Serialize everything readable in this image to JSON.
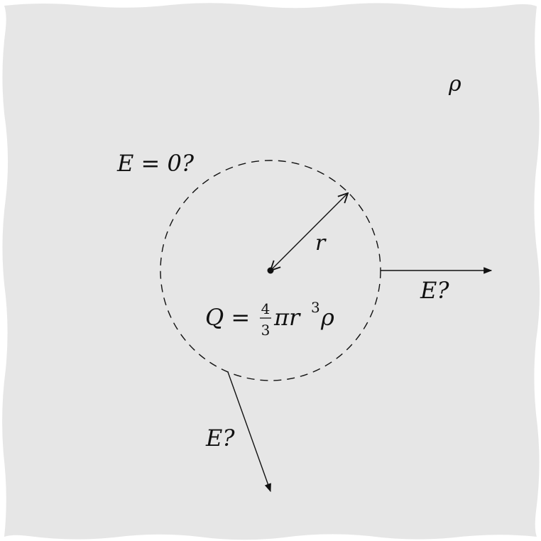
{
  "labels": {
    "density": "ρ",
    "field_zero": "E = 0?",
    "radius": "r",
    "field_right": "E?",
    "field_bottom": "E?",
    "charge_lhs": "Q = ",
    "frac_num": "4",
    "frac_den": "3",
    "charge_rhs": "πr",
    "charge_exp": "3",
    "charge_tail": "ρ"
  },
  "colors": {
    "background": "#e6e6e6",
    "ink": "#111111"
  }
}
